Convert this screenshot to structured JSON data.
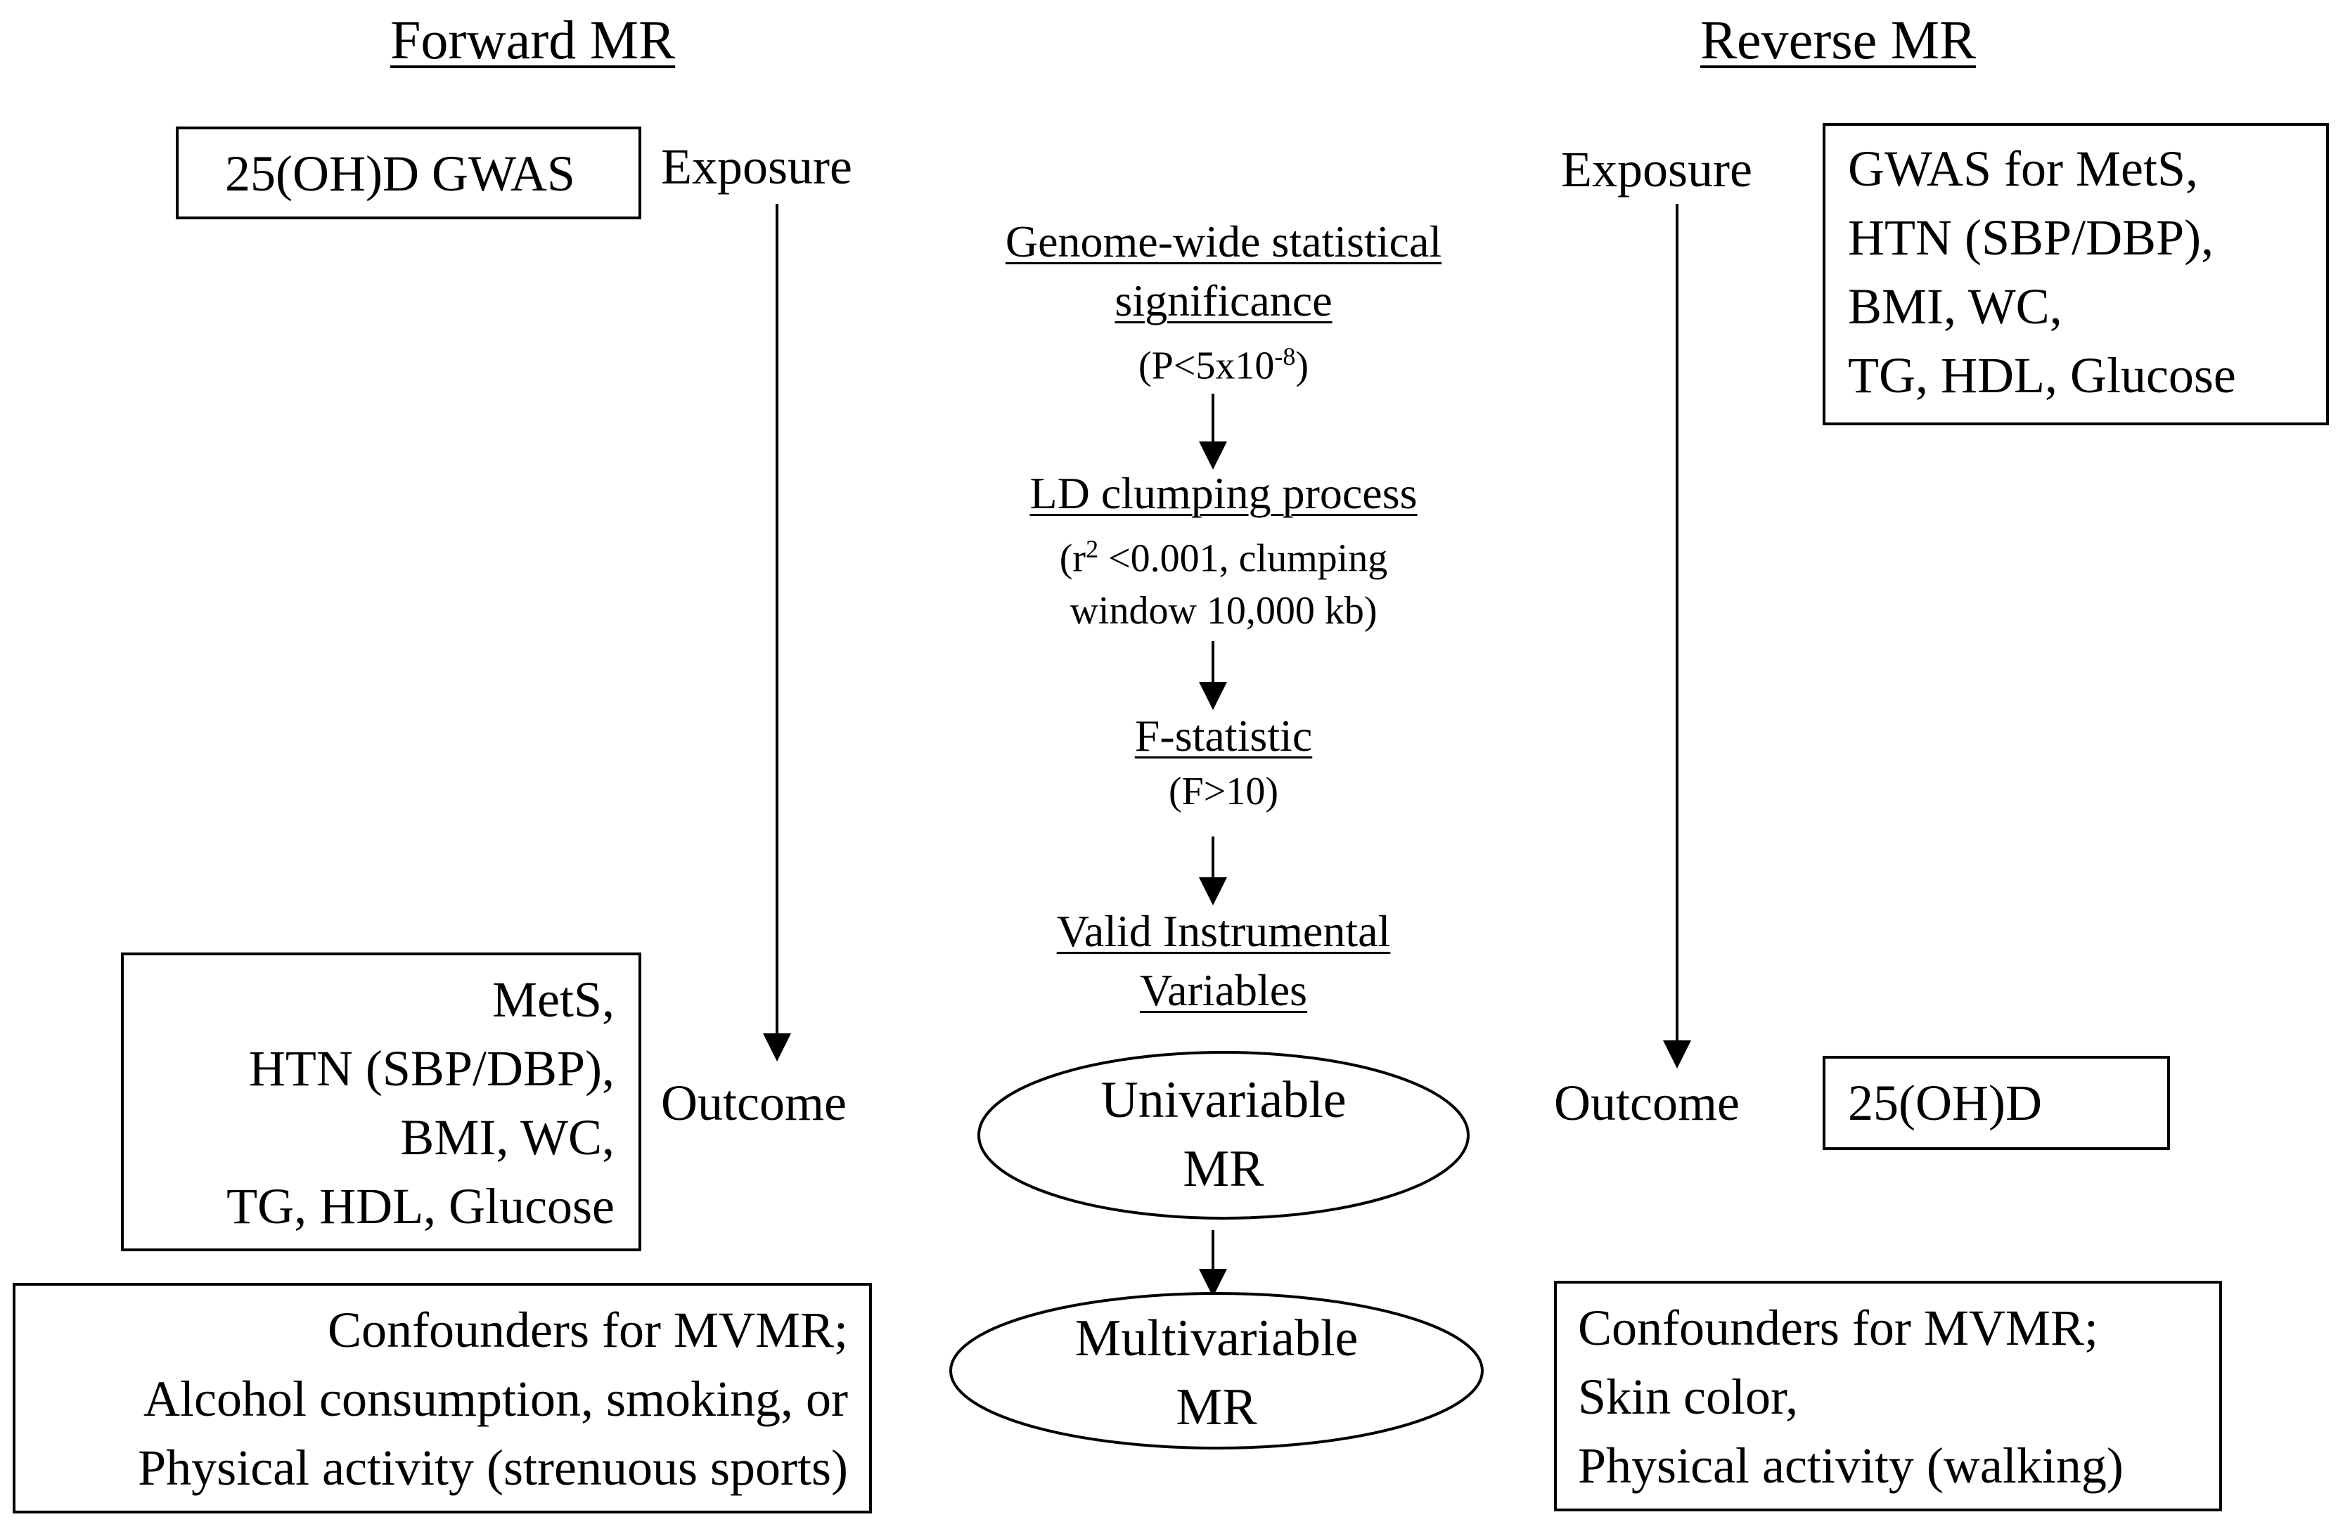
{
  "forward": {
    "heading": "Forward MR",
    "exposure_box": "25(OH)D GWAS",
    "exposure_label": "Exposure",
    "outcome_label": "Outcome",
    "outcome_box_lines": [
      "MetS,",
      "HTN (SBP/DBP),",
      "BMI, WC,",
      "TG, HDL, Glucose"
    ],
    "confounders_lines": [
      "Confounders for MVMR;",
      "Alcohol consumption, smoking, or",
      "Physical activity (strenuous sports)"
    ]
  },
  "reverse": {
    "heading": "Reverse MR",
    "exposure_label": "Exposure",
    "exposure_box_lines": [
      "GWAS for MetS,",
      "HTN (SBP/DBP),",
      "BMI, WC,",
      "TG, HDL, Glucose"
    ],
    "outcome_label": "Outcome",
    "outcome_box": "25(OH)D",
    "confounders_lines": [
      "Confounders for MVMR;",
      "Skin color,",
      "Physical activity (walking)"
    ]
  },
  "steps": {
    "s1_title_1": "Genome-wide statistical",
    "s1_title_2": "significance",
    "s1_sub_pre": "(P<5x10",
    "s1_sub_sup": "-8",
    "s1_sub_post": ")",
    "s2_title": "LD clumping process",
    "s2_sub1_pre": "(r",
    "s2_sub1_sup": "2",
    "s2_sub1_post": " <0.001, clumping",
    "s2_sub2": "window 10,000 kb)",
    "s3_title": "F-statistic",
    "s3_sub": "(F>10)",
    "s4_title_1": "Valid Instrumental",
    "s4_title_2": "Variables"
  },
  "ellipses": {
    "univariable_1": "Univariable",
    "univariable_2": "MR",
    "multivariable_1": "Multivariable",
    "multivariable_2": "MR"
  }
}
